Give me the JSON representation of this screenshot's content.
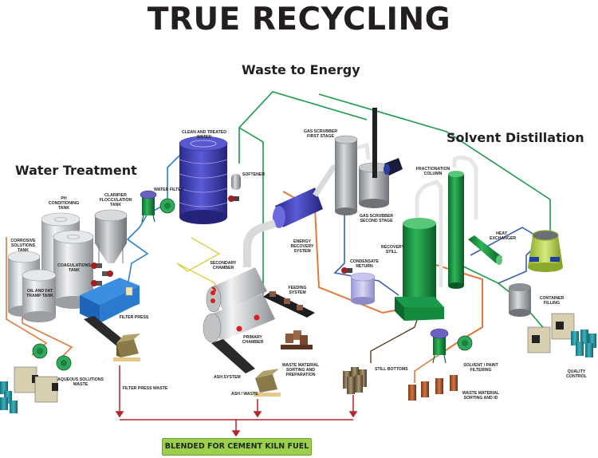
{
  "title": "TRUE RECYCLING",
  "sections": {
    "water_treatment": "Water Treatment",
    "waste_to_energy": "Waste to Energy",
    "solvent_distillation": "Solvent Distillation"
  },
  "labels": {
    "ph_tank": "PH\nCONDITIONING\nTANK",
    "clarifier": "CLARIFIER\nFLOCCULATION\nTANK",
    "corrosive": "CORROSIVE\nSOLUTIONS\nTANK",
    "coagulations": "COAGULATIONS\nTANK",
    "oil_fat": "OIL AND FAT\nTRAMP TANK",
    "water_filter": "WATER FILTER",
    "filter_press": "FILTER PRESS",
    "aqueous": "AQUEOUS SOLUTIONS\nWASTE",
    "filter_press_waste": "FILTER PRESS WASTE",
    "clean_water": "CLEAN AND TREATED\nWATER",
    "softener": "SOFTENER",
    "gas_scrubber_1": "GAS SCRUBBER\nFIRST STAGE",
    "gas_scrubber_2": "GAS SCRUBBER\nSECOND STAGE",
    "energy_recovery": "ENERGY\nRECOVERY\nSYSTEM",
    "secondary_chamber": "SECONDARY\nCHAMBER",
    "feeding_system": "FEEDING\nSYSTEM",
    "primary_chamber": "PRIMARY\nCHAMBER",
    "ash_system": "ASH SYSTEM",
    "ash_waste": "ASH / WASTE",
    "waste_sorting_prep": "WASTE MATERIAL\nSORTING AND\nPREPARATION",
    "condensate_return": "CONDENSATE\nRETURN",
    "recovery_still": "RECOVERY\nSTILL",
    "fractionation": "FRACTIONATION\nCOLUMN",
    "heat_exchanger": "HEAT\nEXCHANGER",
    "container_filling": "CONTAINER\nFILLING",
    "still_bottoms": "STILL BOTTOMS",
    "solvent_filtering": "SOLVENT / PAINT\nFILTERING",
    "waste_sorting_id": "WASTE MATERIAL\nSORTING AND ID",
    "quality_control": "QUALITY\nCONTROL"
  },
  "result": "BLENDED FOR CEMENT KILN FUEL",
  "colors": {
    "water_line": "#2a7fd0",
    "energy_line": "#1a9a4a",
    "solvent_line": "#e07a3a",
    "feed_line": "#d6cf3a",
    "flow_arrow": "#b5262c",
    "result_box": "#9ccf4e"
  }
}
